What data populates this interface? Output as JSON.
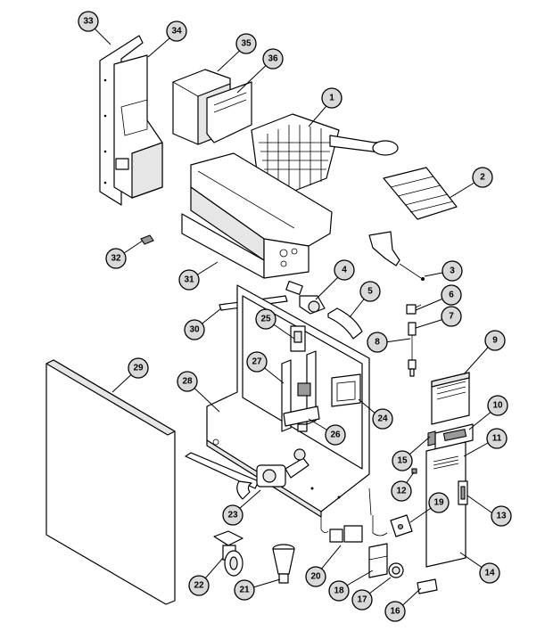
{
  "diagram": {
    "colors": {
      "line": "#000000",
      "callout_fill": "#d9d9d9",
      "part_fill": "#ffffff",
      "shade": "#e6e6e6"
    },
    "callouts": [
      {
        "label": "1"
      },
      {
        "label": "2"
      },
      {
        "label": "3"
      },
      {
        "label": "4"
      },
      {
        "label": "5"
      },
      {
        "label": "6"
      },
      {
        "label": "7"
      },
      {
        "label": "8"
      },
      {
        "label": "9"
      },
      {
        "label": "10"
      },
      {
        "label": "11"
      },
      {
        "label": "12"
      },
      {
        "label": "13"
      },
      {
        "label": "14"
      },
      {
        "label": "15"
      },
      {
        "label": "16"
      },
      {
        "label": "17"
      },
      {
        "label": "18"
      },
      {
        "label": "19"
      },
      {
        "label": "20"
      },
      {
        "label": "21"
      },
      {
        "label": "22"
      },
      {
        "label": "23"
      },
      {
        "label": "24"
      },
      {
        "label": "25"
      },
      {
        "label": "26"
      },
      {
        "label": "27"
      },
      {
        "label": "28"
      },
      {
        "label": "29"
      },
      {
        "label": "30"
      },
      {
        "label": "31"
      },
      {
        "label": "32"
      },
      {
        "label": "33"
      },
      {
        "label": "34"
      },
      {
        "label": "35"
      },
      {
        "label": "36"
      }
    ]
  }
}
